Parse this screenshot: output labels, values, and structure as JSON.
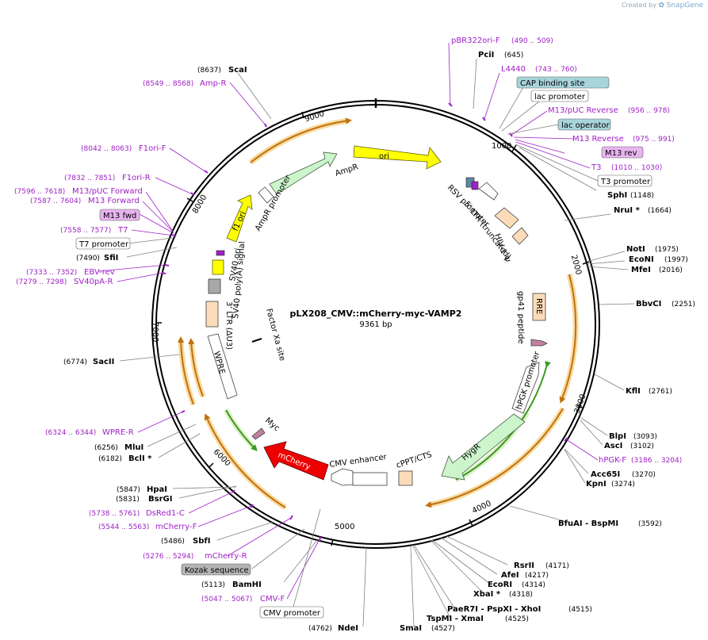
{
  "credit": {
    "prefix": "Created by",
    "brand": "SnapGene"
  },
  "plasmid": {
    "name": "pLX208_CMV::mCherry-myc-VAMP2",
    "length_label": "9361 bp",
    "length": 9361
  },
  "ticks": [
    "1000",
    "2000",
    "3000",
    "4000",
    "5000",
    "6000",
    "7000",
    "8000",
    "9000"
  ],
  "enzymes": [
    {
      "name": "ScaI",
      "pos": "(8637)"
    },
    {
      "name": "PciI",
      "pos": "(645)"
    },
    {
      "name": "SphI",
      "pos": "(1148)"
    },
    {
      "name": "NruI *",
      "pos": "(1664)"
    },
    {
      "name": "NotI",
      "pos": "(1975)"
    },
    {
      "name": "EcoNI",
      "pos": "(1997)"
    },
    {
      "name": "MfeI",
      "pos": "(2016)"
    },
    {
      "name": "BbvCI",
      "pos": "(2251)"
    },
    {
      "name": "KflI",
      "pos": "(2761)"
    },
    {
      "name": "BlpI",
      "pos": "(3093)"
    },
    {
      "name": "AscI",
      "pos": "(3102)"
    },
    {
      "name": "Acc65I",
      "pos": "(3270)"
    },
    {
      "name": "KpnI",
      "pos": "(3274)"
    },
    {
      "name": "BfuAI - BspMI",
      "pos": "(3592)"
    },
    {
      "name": "RsrII",
      "pos": "(4171)"
    },
    {
      "name": "AfeI",
      "pos": "(4217)"
    },
    {
      "name": "EcoRI",
      "pos": "(4314)"
    },
    {
      "name": "XbaI *",
      "pos": "(4318)"
    },
    {
      "name": "PaeR7I - PspXI - XhoI",
      "pos": "(4515)"
    },
    {
      "name": "TspMI - XmaI",
      "pos": "(4525)"
    },
    {
      "name": "SmaI",
      "pos": "(4527)"
    },
    {
      "name": "NdeI",
      "pos": "(4762)"
    },
    {
      "name": "BamHI",
      "pos": "(5113)"
    },
    {
      "name": "SbfI",
      "pos": "(5486)"
    },
    {
      "name": "BsrGI",
      "pos": "(5831)"
    },
    {
      "name": "HpaI",
      "pos": "(5847)"
    },
    {
      "name": "BclI *",
      "pos": "(6182)"
    },
    {
      "name": "MluI",
      "pos": "(6256)"
    },
    {
      "name": "SacII",
      "pos": "(6774)"
    },
    {
      "name": "SfiI",
      "pos": "(7490)"
    }
  ],
  "primers": [
    {
      "name": "pBR322ori-F",
      "pos": "(490 .. 509)"
    },
    {
      "name": "L4440",
      "pos": "(743 .. 760)"
    },
    {
      "name": "M13/pUC Reverse",
      "pos": "(956 .. 978)"
    },
    {
      "name": "M13 Reverse",
      "pos": "(975 .. 991)"
    },
    {
      "name": "T3",
      "pos": "(1010 .. 1030)"
    },
    {
      "name": "hPGK-F",
      "pos": "(3186 .. 3204)"
    },
    {
      "name": "CMV-F",
      "pos": "(5047 .. 5067)"
    },
    {
      "name": "mCherry-R",
      "pos": "(5276 .. 5294)"
    },
    {
      "name": "mCherry-F",
      "pos": "(5544 .. 5563)"
    },
    {
      "name": "DsRed1-C",
      "pos": "(5738 .. 5761)"
    },
    {
      "name": "WPRE-R",
      "pos": "(6324 .. 6344)"
    },
    {
      "name": "SV40pA-R",
      "pos": "(7279 .. 7298)"
    },
    {
      "name": "EBV-rev",
      "pos": "(7333 .. 7352)"
    },
    {
      "name": "T7",
      "pos": "(7558 .. 7577)"
    },
    {
      "name": "M13 Forward",
      "pos": "(7587 .. 7604)"
    },
    {
      "name": "M13/pUC Forward",
      "pos": "(7596 .. 7618)"
    },
    {
      "name": "F1ori-R",
      "pos": "(7832 .. 7851)"
    },
    {
      "name": "F1ori-F",
      "pos": "(8042 .. 8063)"
    },
    {
      "name": "Amp-R",
      "pos": "(8549 .. 8568)"
    }
  ],
  "boxes": [
    {
      "name": "CAP binding site",
      "fill": "#a8d4dc"
    },
    {
      "name": "lac promoter",
      "fill": "#ffffff"
    },
    {
      "name": "lac operator",
      "fill": "#a8d4dc"
    },
    {
      "name": "M13 rev",
      "fill": "#e8b4f0"
    },
    {
      "name": "T3 promoter",
      "fill": "#ffffff"
    },
    {
      "name": "M13 fwd",
      "fill": "#e8b4f0"
    },
    {
      "name": "T7 promoter",
      "fill": "#ffffff"
    },
    {
      "name": "Kozak sequence",
      "fill": "#b4b4b4"
    },
    {
      "name": "CMV promoter",
      "fill": "#ffffff"
    }
  ],
  "features": {
    "ori": "ori",
    "ampr": "AmpR",
    "ampr_promoter": "AmpR promoter",
    "f1_ori": "f1 ori",
    "sv40_ori": "SV40 ori",
    "sv40_polya": "SV40 poly(A) signal",
    "ltr3": "3' LTR (ΔU3)",
    "wpre": "WPRE",
    "factor_xa": "Factor Xa site",
    "myc": "Myc",
    "mcherry": "mCherry",
    "cmv_enhancer": "CMV enhancer",
    "cppt": "cPPT/CTS",
    "hygr": "HygR",
    "hpgk": "hPGK promoter",
    "gp41": "gp41 peptide",
    "rre": "RRE",
    "hiv_psi": "HIV-1 Ψ",
    "ltr5": "5' LTR (truncated)",
    "rsv": "RSV promoter"
  },
  "colors": {
    "ori": "#ffff00",
    "ampr": "#ccf5cc",
    "f1_ori": "#ffff00",
    "mcherry": "#ee0000",
    "ltr": "#fcdcb8",
    "hygr": "#ccf5cc",
    "orf_arc": "#c07010",
    "orf_glow": "#f8dca0",
    "primer": "#a020c8"
  }
}
